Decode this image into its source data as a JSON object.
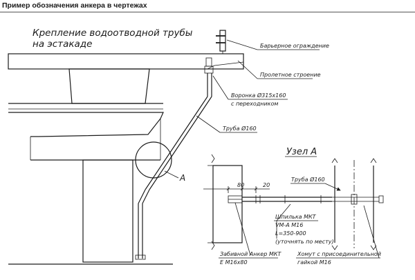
{
  "header": {
    "title": "Пример обозначения анкера в чертежах"
  },
  "drawing": {
    "title_line1": "Крепление водоотводной трубы",
    "title_line2": "на эстакаде",
    "callout_a": "А",
    "callouts": {
      "barrier": "Барьерное ограждение",
      "span": "Пролетное строение",
      "funnel_line1": "Воронка Ø315x160",
      "funnel_line2": "с переходником",
      "pipe": "Труба Ø160"
    }
  },
  "detail": {
    "title": "Узел А",
    "pipe": "Труба Ø160",
    "dim_80": "80",
    "dim_20": "20",
    "stud_line1": "Шпилька МКТ",
    "stud_line2": "VM-A M16",
    "stud_line3": "L=350-900",
    "stud_line4": "(уточнять по месту)",
    "anchor_line1": "Забивной Анкер МКТ",
    "anchor_line2": "E M16x80",
    "clamp_line1": "Хомут с присоединительной",
    "clamp_line2": "гайкой M16"
  },
  "colors": {
    "ink": "#1a1a1a",
    "paper": "#ffffff"
  }
}
